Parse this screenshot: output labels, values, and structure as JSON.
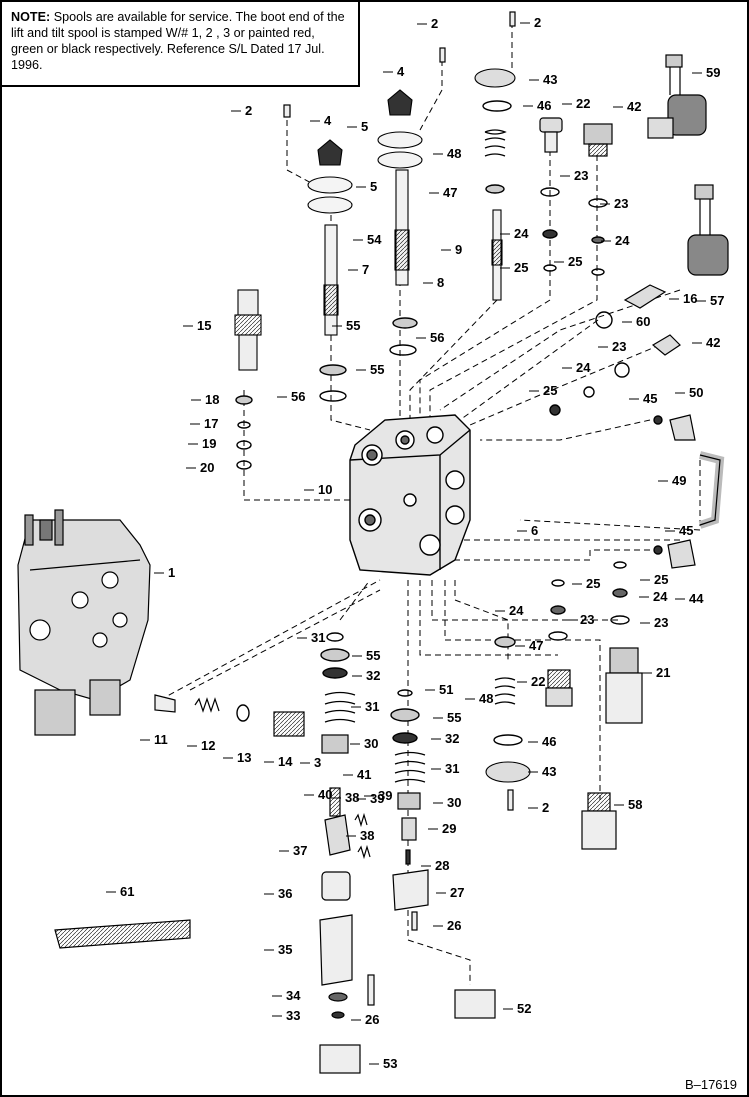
{
  "note": {
    "label": "NOTE:",
    "text": "Spools are available for service.  The boot end of the lift and tilt spool is stamped W/# 1, 2 , 3 or painted red, green or black respectively.  Reference S/L Dated 17 Jul. 1996."
  },
  "figure_id": "B–17619",
  "callouts": [
    "2",
    "2",
    "2",
    "4",
    "4",
    "5",
    "5",
    "43",
    "46",
    "22",
    "42",
    "59",
    "48",
    "47",
    "23",
    "23",
    "24",
    "24",
    "25",
    "25",
    "9",
    "54",
    "7",
    "8",
    "15",
    "55",
    "56",
    "55",
    "56",
    "16",
    "57",
    "60",
    "42",
    "23",
    "24",
    "25",
    "18",
    "17",
    "19",
    "20",
    "10",
    "45",
    "50",
    "49",
    "6",
    "1",
    "45",
    "44",
    "25",
    "25",
    "24",
    "24",
    "23",
    "23",
    "31",
    "55",
    "32",
    "31",
    "30",
    "3",
    "41",
    "47",
    "21",
    "22",
    "48",
    "51",
    "55",
    "32",
    "31",
    "30",
    "46",
    "43",
    "2",
    "58",
    "11",
    "12",
    "13",
    "14",
    "40",
    "38",
    "39",
    "37",
    "38",
    "39",
    "29",
    "28",
    "27",
    "26",
    "36",
    "35",
    "34",
    "33",
    "26",
    "53",
    "52",
    "61"
  ]
}
